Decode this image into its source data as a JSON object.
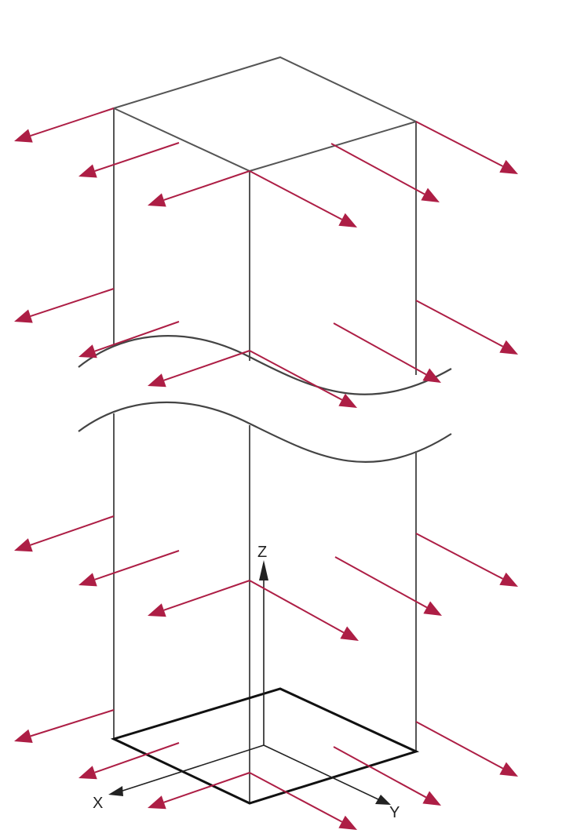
{
  "colors": {
    "arrow": "#AD1E45",
    "edge": "#555555",
    "edge_bold": "#111111",
    "axis": "#222222",
    "background": "#ffffff"
  },
  "axes": {
    "x_label": "X",
    "y_label": "Y",
    "z_label": "Z"
  }
}
